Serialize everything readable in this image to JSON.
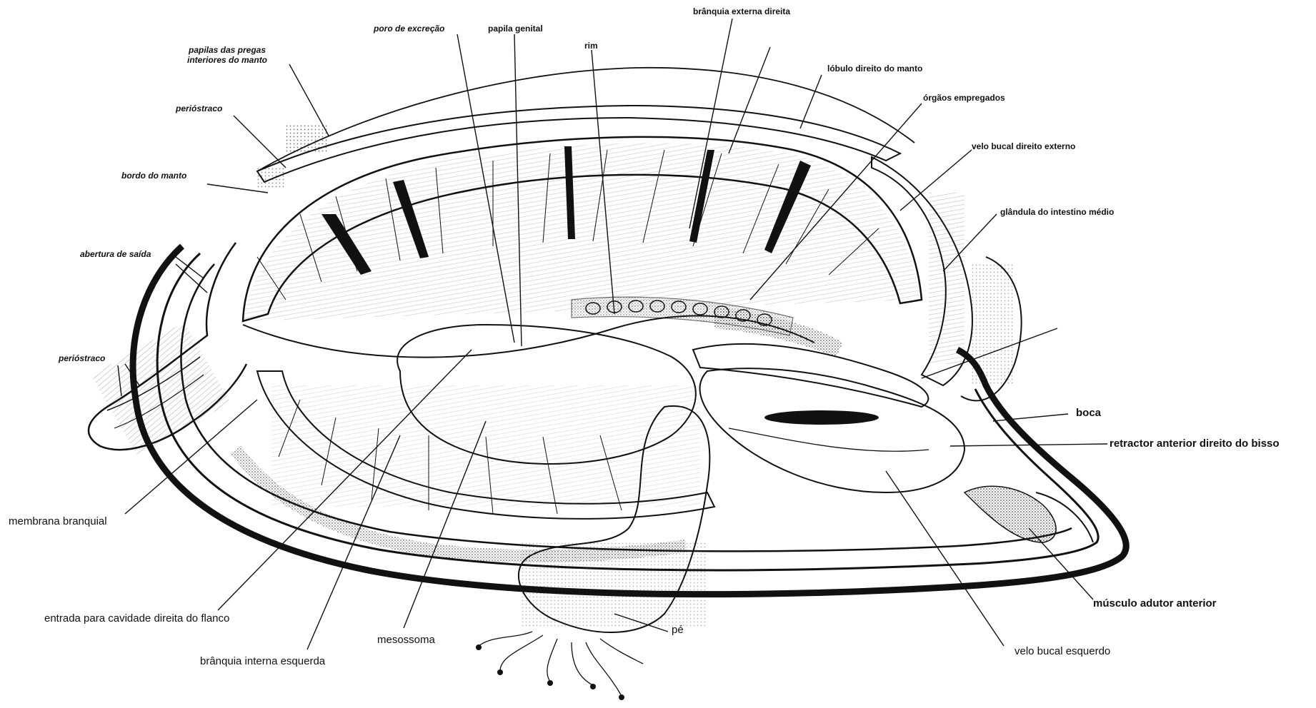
{
  "labels": {
    "papilas_line1": "papilas das pregas",
    "papilas_line2": "interiores do manto",
    "periostraco_top": "perióstraco",
    "bordo_manto": "bordo do manto",
    "abertura_saida": "abertura de saída",
    "periostraco_left": "perióstraco",
    "membrana_branquial": "membrana branquial",
    "entrada_cavidade": "entrada para cavidade direita do flanco",
    "branquia_interna": "brânquia interna esquerda",
    "mesossoma": "mesossoma",
    "pe": "pé",
    "poro_excrecao": "poro de excreção",
    "papila_genital": "papila genital",
    "rim": "rim",
    "branquia_externa": "brânquia externa direita",
    "lobulo_manto": "lóbulo direito do manto",
    "orgaos_empregados": "órgãos empregados",
    "velo_bucal_direito": "velo bucal direito externo",
    "glandula_intestino": "glândula do intestino médio",
    "boca": "boca",
    "retractor": "retractor anterior direito do bisso",
    "musculo_adutor": "músculo adutor anterior",
    "velo_bucal_esquerdo": "velo bucal esquerdo"
  }
}
